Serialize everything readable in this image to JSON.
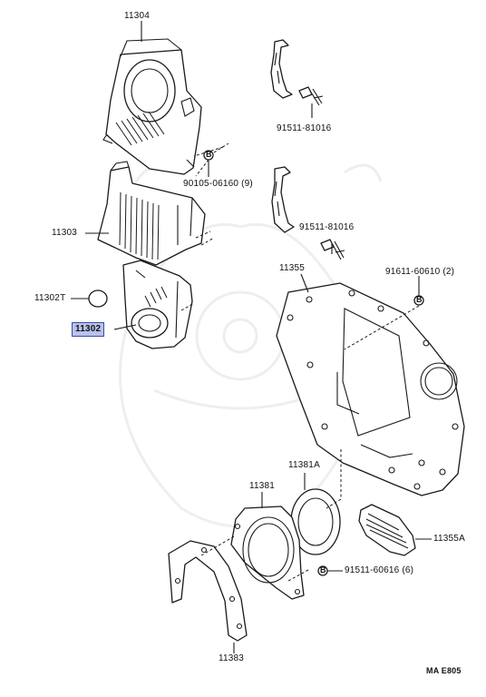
{
  "diagram": {
    "parts": [
      {
        "id": "p11304",
        "label": "11304",
        "highlighted": false
      },
      {
        "id": "p91511_81016_a",
        "label": "91511-81016",
        "highlighted": false
      },
      {
        "id": "p90105",
        "label": "90105-06160 (9)",
        "highlighted": false
      },
      {
        "id": "p91511_81016_b",
        "label": "91511-81016",
        "highlighted": false
      },
      {
        "id": "p11303",
        "label": "11303",
        "highlighted": false
      },
      {
        "id": "p11355",
        "label": "11355",
        "highlighted": false
      },
      {
        "id": "p91611",
        "label": "91611-60610 (2)",
        "highlighted": false
      },
      {
        "id": "p11302T",
        "label": "11302T",
        "highlighted": false
      },
      {
        "id": "p11302",
        "label": "11302",
        "highlighted": true
      },
      {
        "id": "p11381A",
        "label": "11381A",
        "highlighted": false
      },
      {
        "id": "p11381",
        "label": "11381",
        "highlighted": false
      },
      {
        "id": "p11355A",
        "label": "11355A",
        "highlighted": false
      },
      {
        "id": "p91511_60616",
        "label": "91511-60616 (6)",
        "highlighted": false
      },
      {
        "id": "p11383",
        "label": "11383",
        "highlighted": false
      }
    ],
    "drawing_code": "MA  E805",
    "marker_glyph": "B",
    "colors": {
      "highlight_fill": "#b9c2ea",
      "highlight_border": "#3a4aa8",
      "line": "#1a1a1a"
    }
  }
}
